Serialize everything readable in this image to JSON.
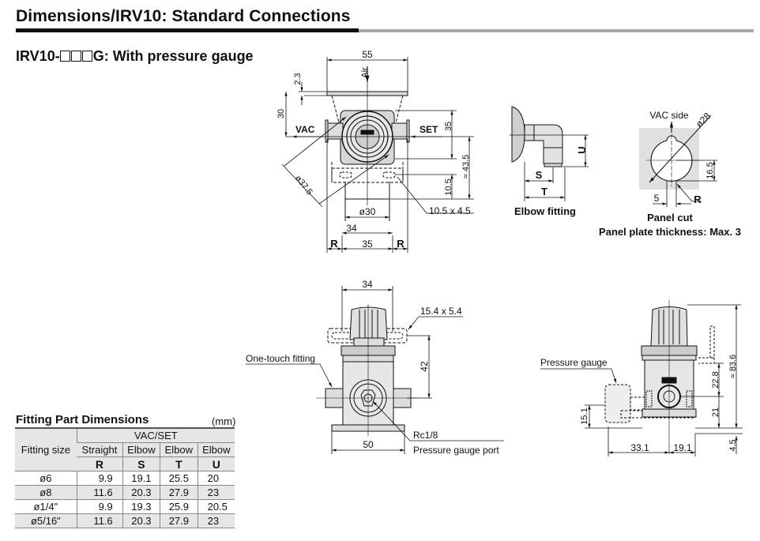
{
  "header": {
    "title": "Dimensions/IRV10: Standard Connections",
    "subtitle_prefix": "IRV10-",
    "subtitle_suffix": "G: With pressure gauge"
  },
  "top_view": {
    "width_label": "55",
    "air_label": "Air",
    "dim_2_3": "2.3",
    "dim_30": "30",
    "vac_label": "VAC",
    "set_label": "SET",
    "dim_35_v": "35",
    "dim_43_5": "≈ 43.5",
    "dim_10_5": "10.5",
    "dim_37_5": "ø37.5",
    "dim_30_dia": "ø30",
    "slot_label": "10.5 x 4.5",
    "dim_34": "34",
    "dim_35_h": "35",
    "r_left": "R",
    "r_right": "R"
  },
  "elbow_view": {
    "u_label": "U",
    "s_label": "S",
    "t_label": "T",
    "caption": "Elbow fitting"
  },
  "panel_cut": {
    "vac_side": "VAC side",
    "dia": "ø28",
    "dim_16_5": "16.5",
    "dim_5": "5",
    "r_label": "R",
    "caption": "Panel cut",
    "note": "Panel plate thickness: Max. 3"
  },
  "front_view": {
    "dim_34": "34",
    "slot_label": "15.4 x 5.4",
    "fitting_label": "One-touch fitting",
    "dim_42": "42",
    "port_label": "Rc1/8",
    "port_desc": "Pressure gauge port",
    "dim_50": "50"
  },
  "side_view": {
    "gauge_label": "Pressure gauge",
    "dim_83_6": "≈ 83.6",
    "dim_22_8": "22.8",
    "dim_21": "21",
    "dim_15_1": "15.1",
    "dim_4_5": "4.5",
    "dim_33_1": "33.1",
    "dim_19_1": "19.1"
  },
  "fitting_table": {
    "title": "Fitting Part Dimensions",
    "unit": "(mm)",
    "group_header": "VAC/SET",
    "size_header": "Fitting size",
    "types": [
      "Straight",
      "Elbow",
      "Elbow",
      "Elbow"
    ],
    "letters": [
      "R",
      "S",
      "T",
      "U"
    ],
    "rows": [
      {
        "size": "ø6",
        "R": "9.9",
        "S": "19.1",
        "T": "25.5",
        "U": "20"
      },
      {
        "size": "ø8",
        "R": "11.6",
        "S": "20.3",
        "T": "27.9",
        "U": "23"
      },
      {
        "size": "ø1/4\"",
        "R": "9.9",
        "S": "19.3",
        "T": "25.9",
        "U": "20.5"
      },
      {
        "size": "ø5/16\"",
        "R": "11.6",
        "S": "20.3",
        "T": "27.9",
        "U": "23"
      }
    ]
  }
}
